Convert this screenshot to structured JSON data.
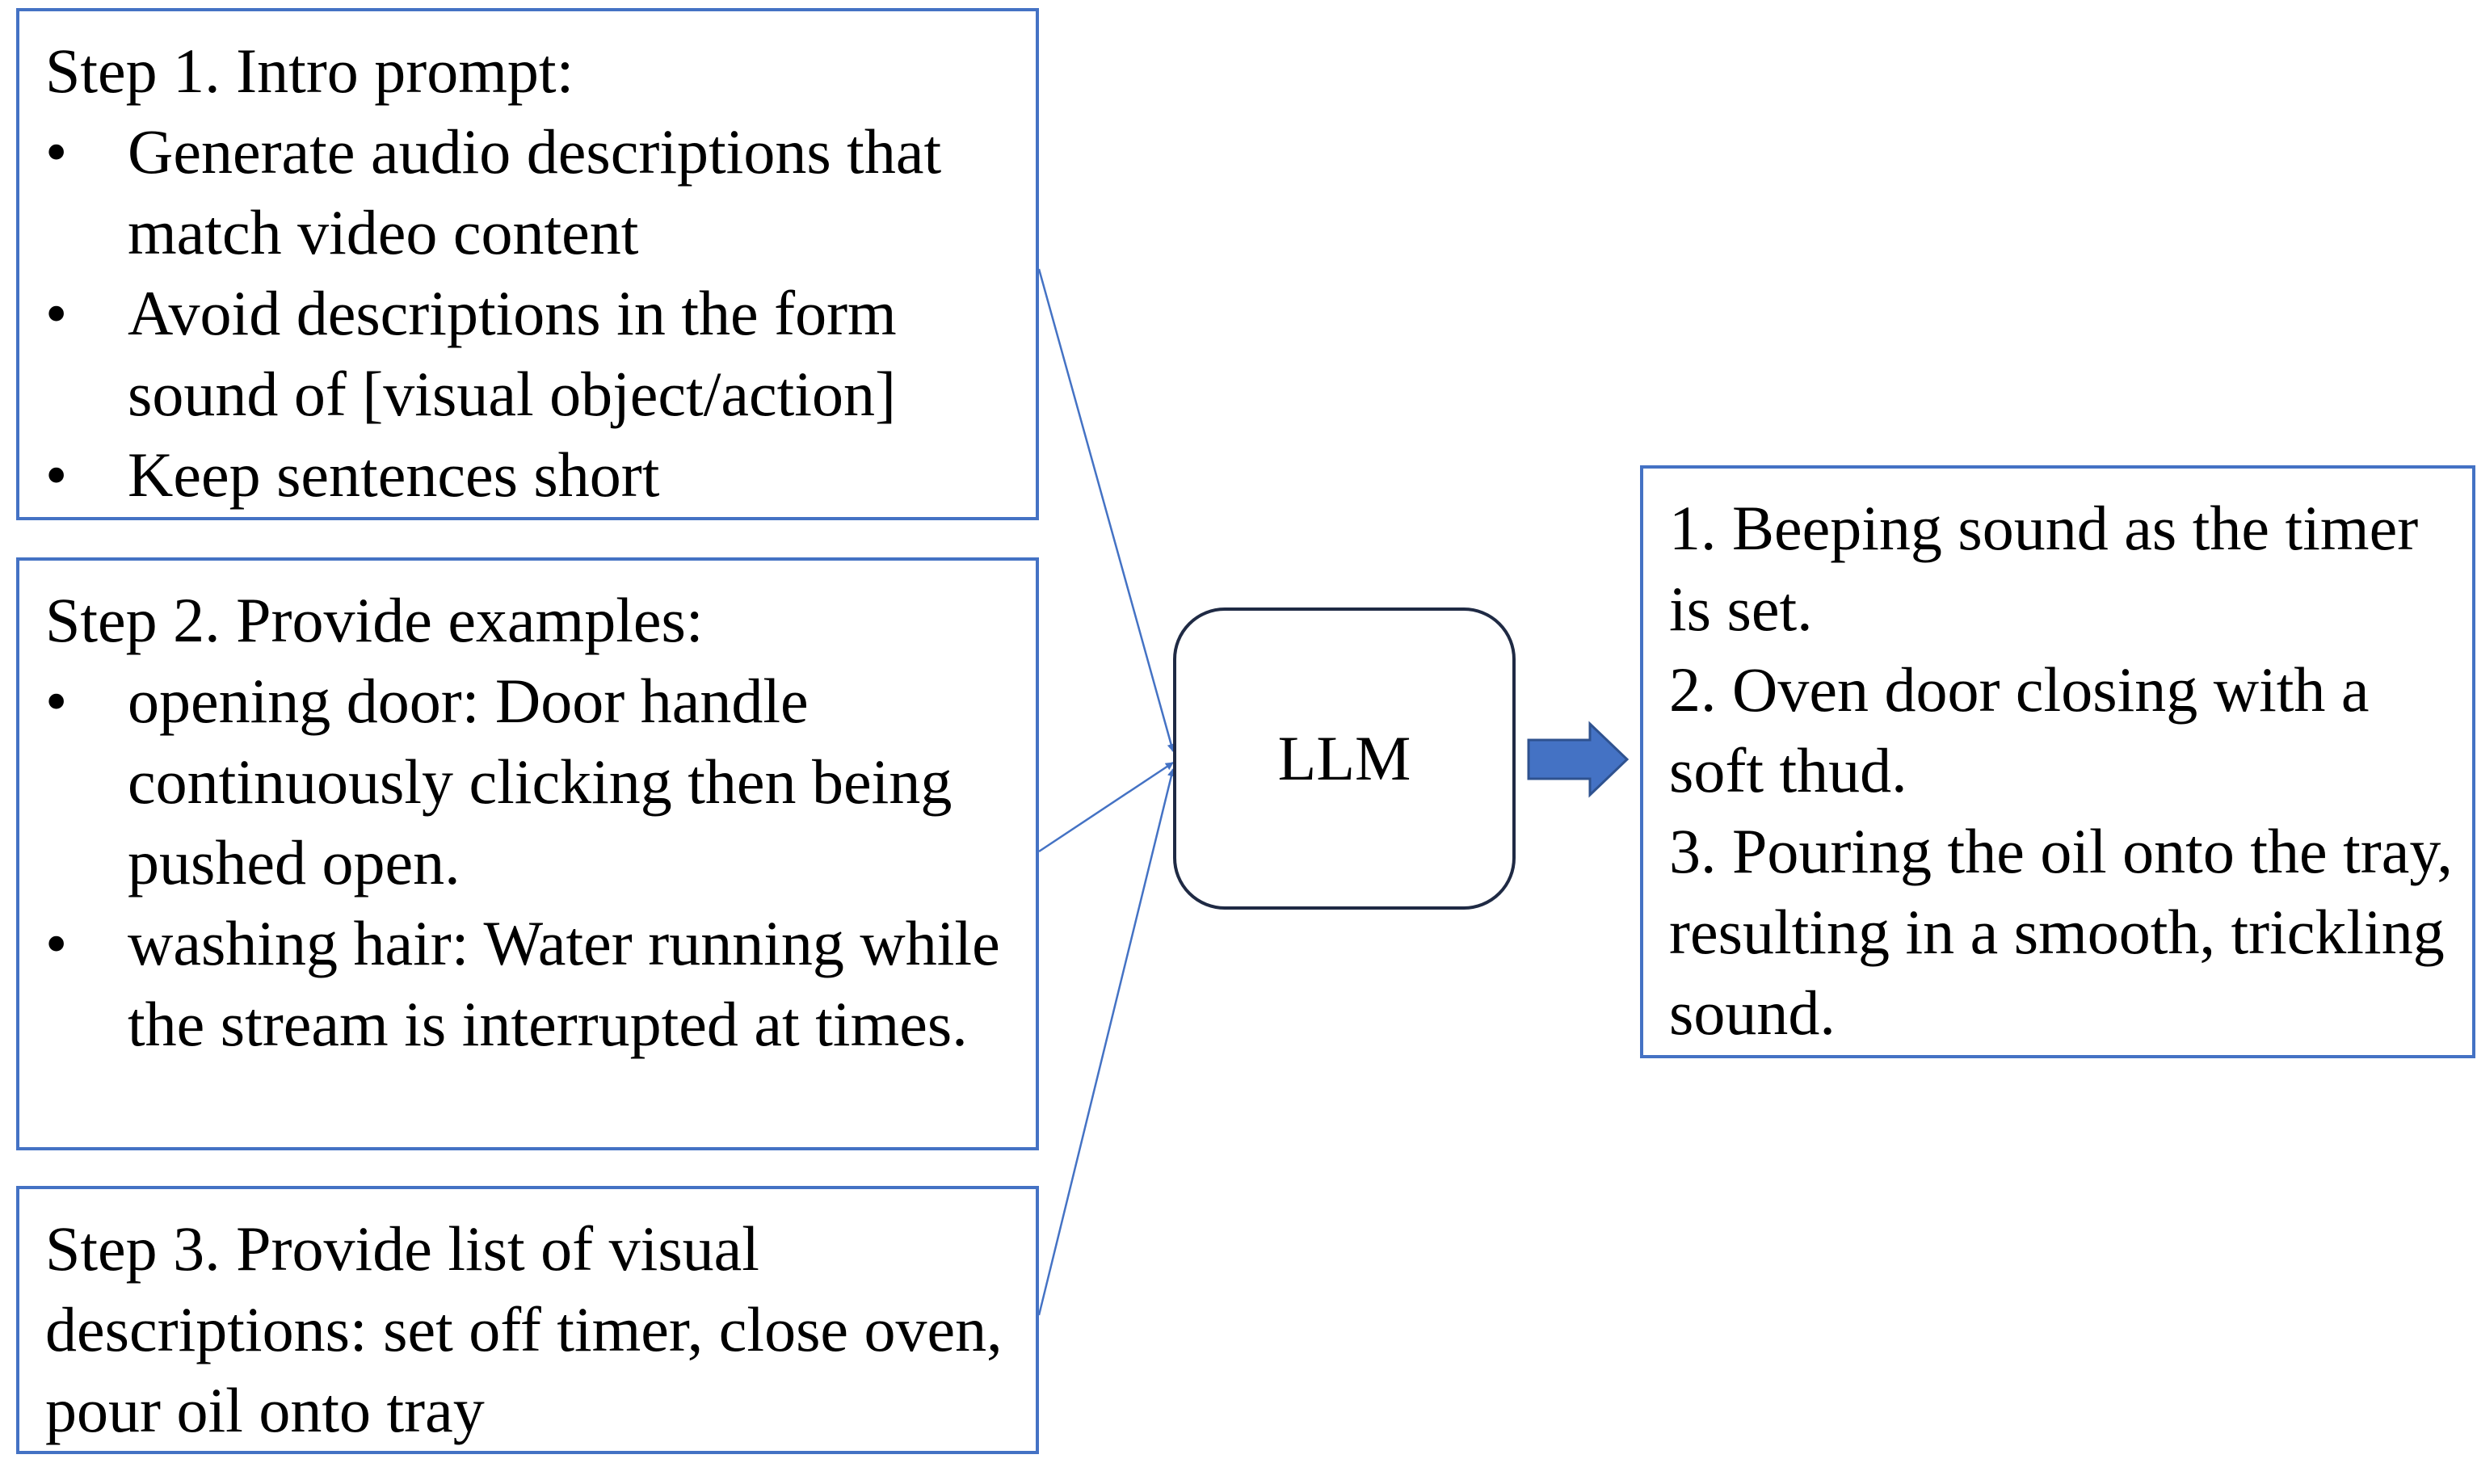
{
  "step1": {
    "heading": "Step 1. Intro prompt:",
    "bullets": [
      "Generate audio descriptions that match video content",
      "Avoid descriptions in the form sound of [visual object/action]",
      "Keep sentences short"
    ]
  },
  "step2": {
    "heading": "Step 2. Provide examples:",
    "bullets": [
      "opening door: Door handle continuously clicking then being pushed open.",
      "washing hair: Water running while the stream is interrupted at times."
    ]
  },
  "step3": {
    "text": "Step 3. Provide list of visual descriptions: set off timer, close oven, pour oil onto tray"
  },
  "llm": {
    "label": "LLM"
  },
  "output": {
    "items": [
      "1. Beeping sound as the timer is set.",
      "2. Oven door closing with a soft thud.",
      "3. Pouring the oil onto the tray, resulting in a smooth, trickling sound."
    ]
  },
  "colors": {
    "box_border": "#4472C4",
    "llm_border": "#1F2A44",
    "arrow_fill": "#4472C4"
  },
  "icons": {
    "bullet": "bullet-dot-icon",
    "flow_arrow": "block-arrow-right-icon"
  }
}
